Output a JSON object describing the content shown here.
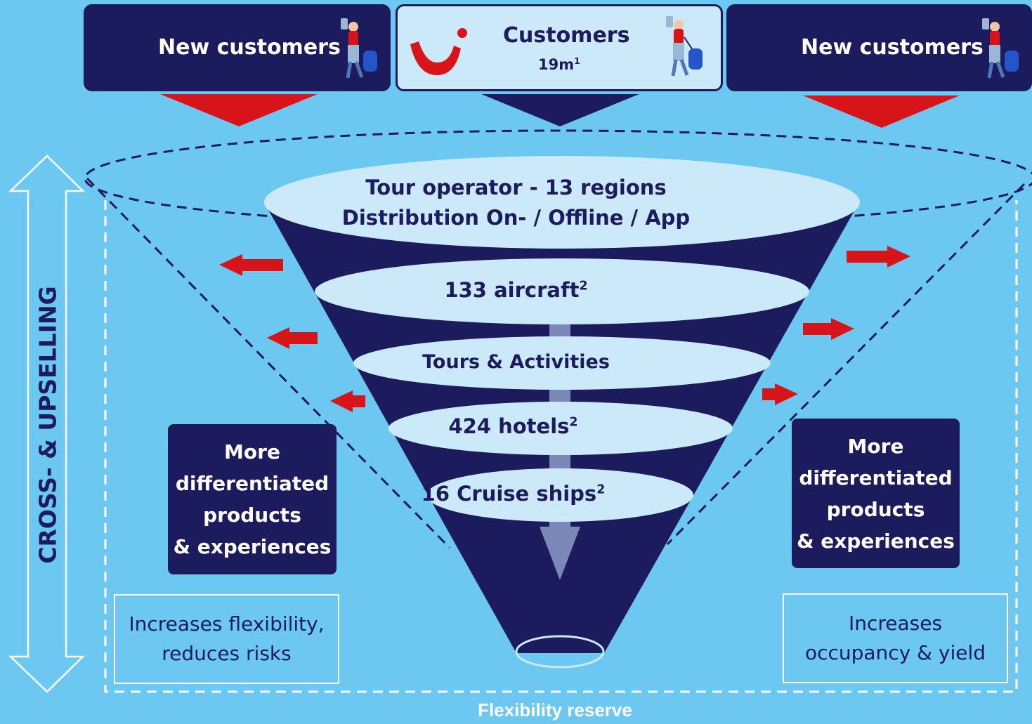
{
  "top_boxes": {
    "left": {
      "label": "New customers"
    },
    "center": {
      "label": "Customers",
      "sub": "19m",
      "sub_sup": "1"
    },
    "right": {
      "label": "New customers"
    }
  },
  "funnel": {
    "level1_line1": "Tour operator - 13 regions",
    "level1_line2": "Distribution On- / Offline / App",
    "level2": "133 aircraft",
    "level2_sup": "2",
    "level3": "Tours & Activities",
    "level4": "424 hotels",
    "level4_sup": "2",
    "level5": "16 Cruise ships",
    "level5_sup": "2"
  },
  "left_panel": {
    "lines": [
      "More",
      "differentiated",
      "products",
      "& experiences"
    ]
  },
  "right_panel": {
    "lines": [
      "More",
      "differentiated",
      "products",
      "& experiences"
    ]
  },
  "left_note": {
    "lines": [
      "Increases flexibility,",
      "reduces risks"
    ]
  },
  "right_note": {
    "lines": [
      "Increases",
      "occupancy & yield"
    ]
  },
  "side_label": "CROSS- & UPSELLING",
  "bottom_label": "Flexibility  reserve",
  "colors": {
    "background": "#6cc8f0",
    "navy": "#1b1b5e",
    "light": "#cce9fa",
    "red": "#d7141a"
  }
}
